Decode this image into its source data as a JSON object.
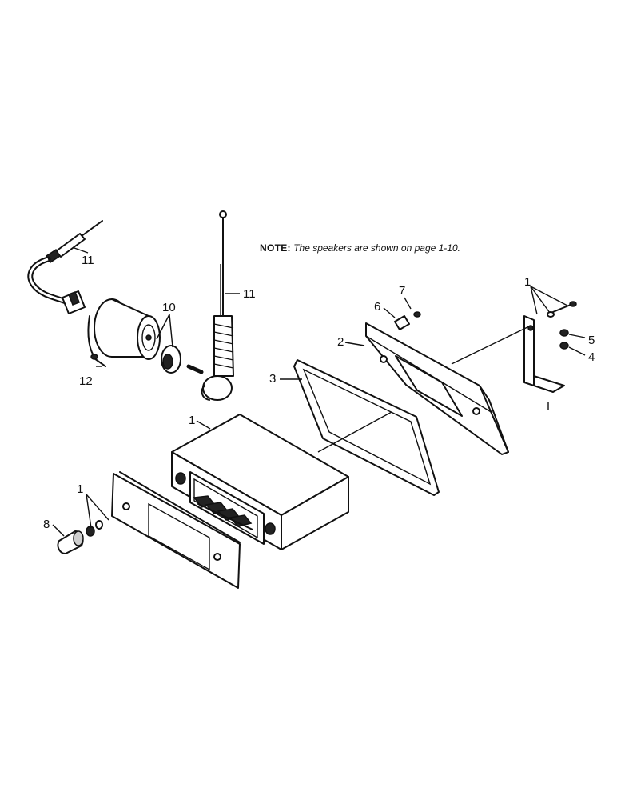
{
  "note": {
    "prefix": "NOTE:",
    "text": "The speakers are shown on page 1-10."
  },
  "callouts": {
    "antenna_lead": "11",
    "antenna_mast": "11",
    "mount_base": "10",
    "screw": "12",
    "bracket_hardware": "1",
    "nut": "5",
    "washer": "4",
    "clip": "7",
    "spacer": "6",
    "bezel_plate": "2",
    "gasket": "3",
    "radio": "1",
    "front_hardware": "1",
    "knob": "8"
  }
}
